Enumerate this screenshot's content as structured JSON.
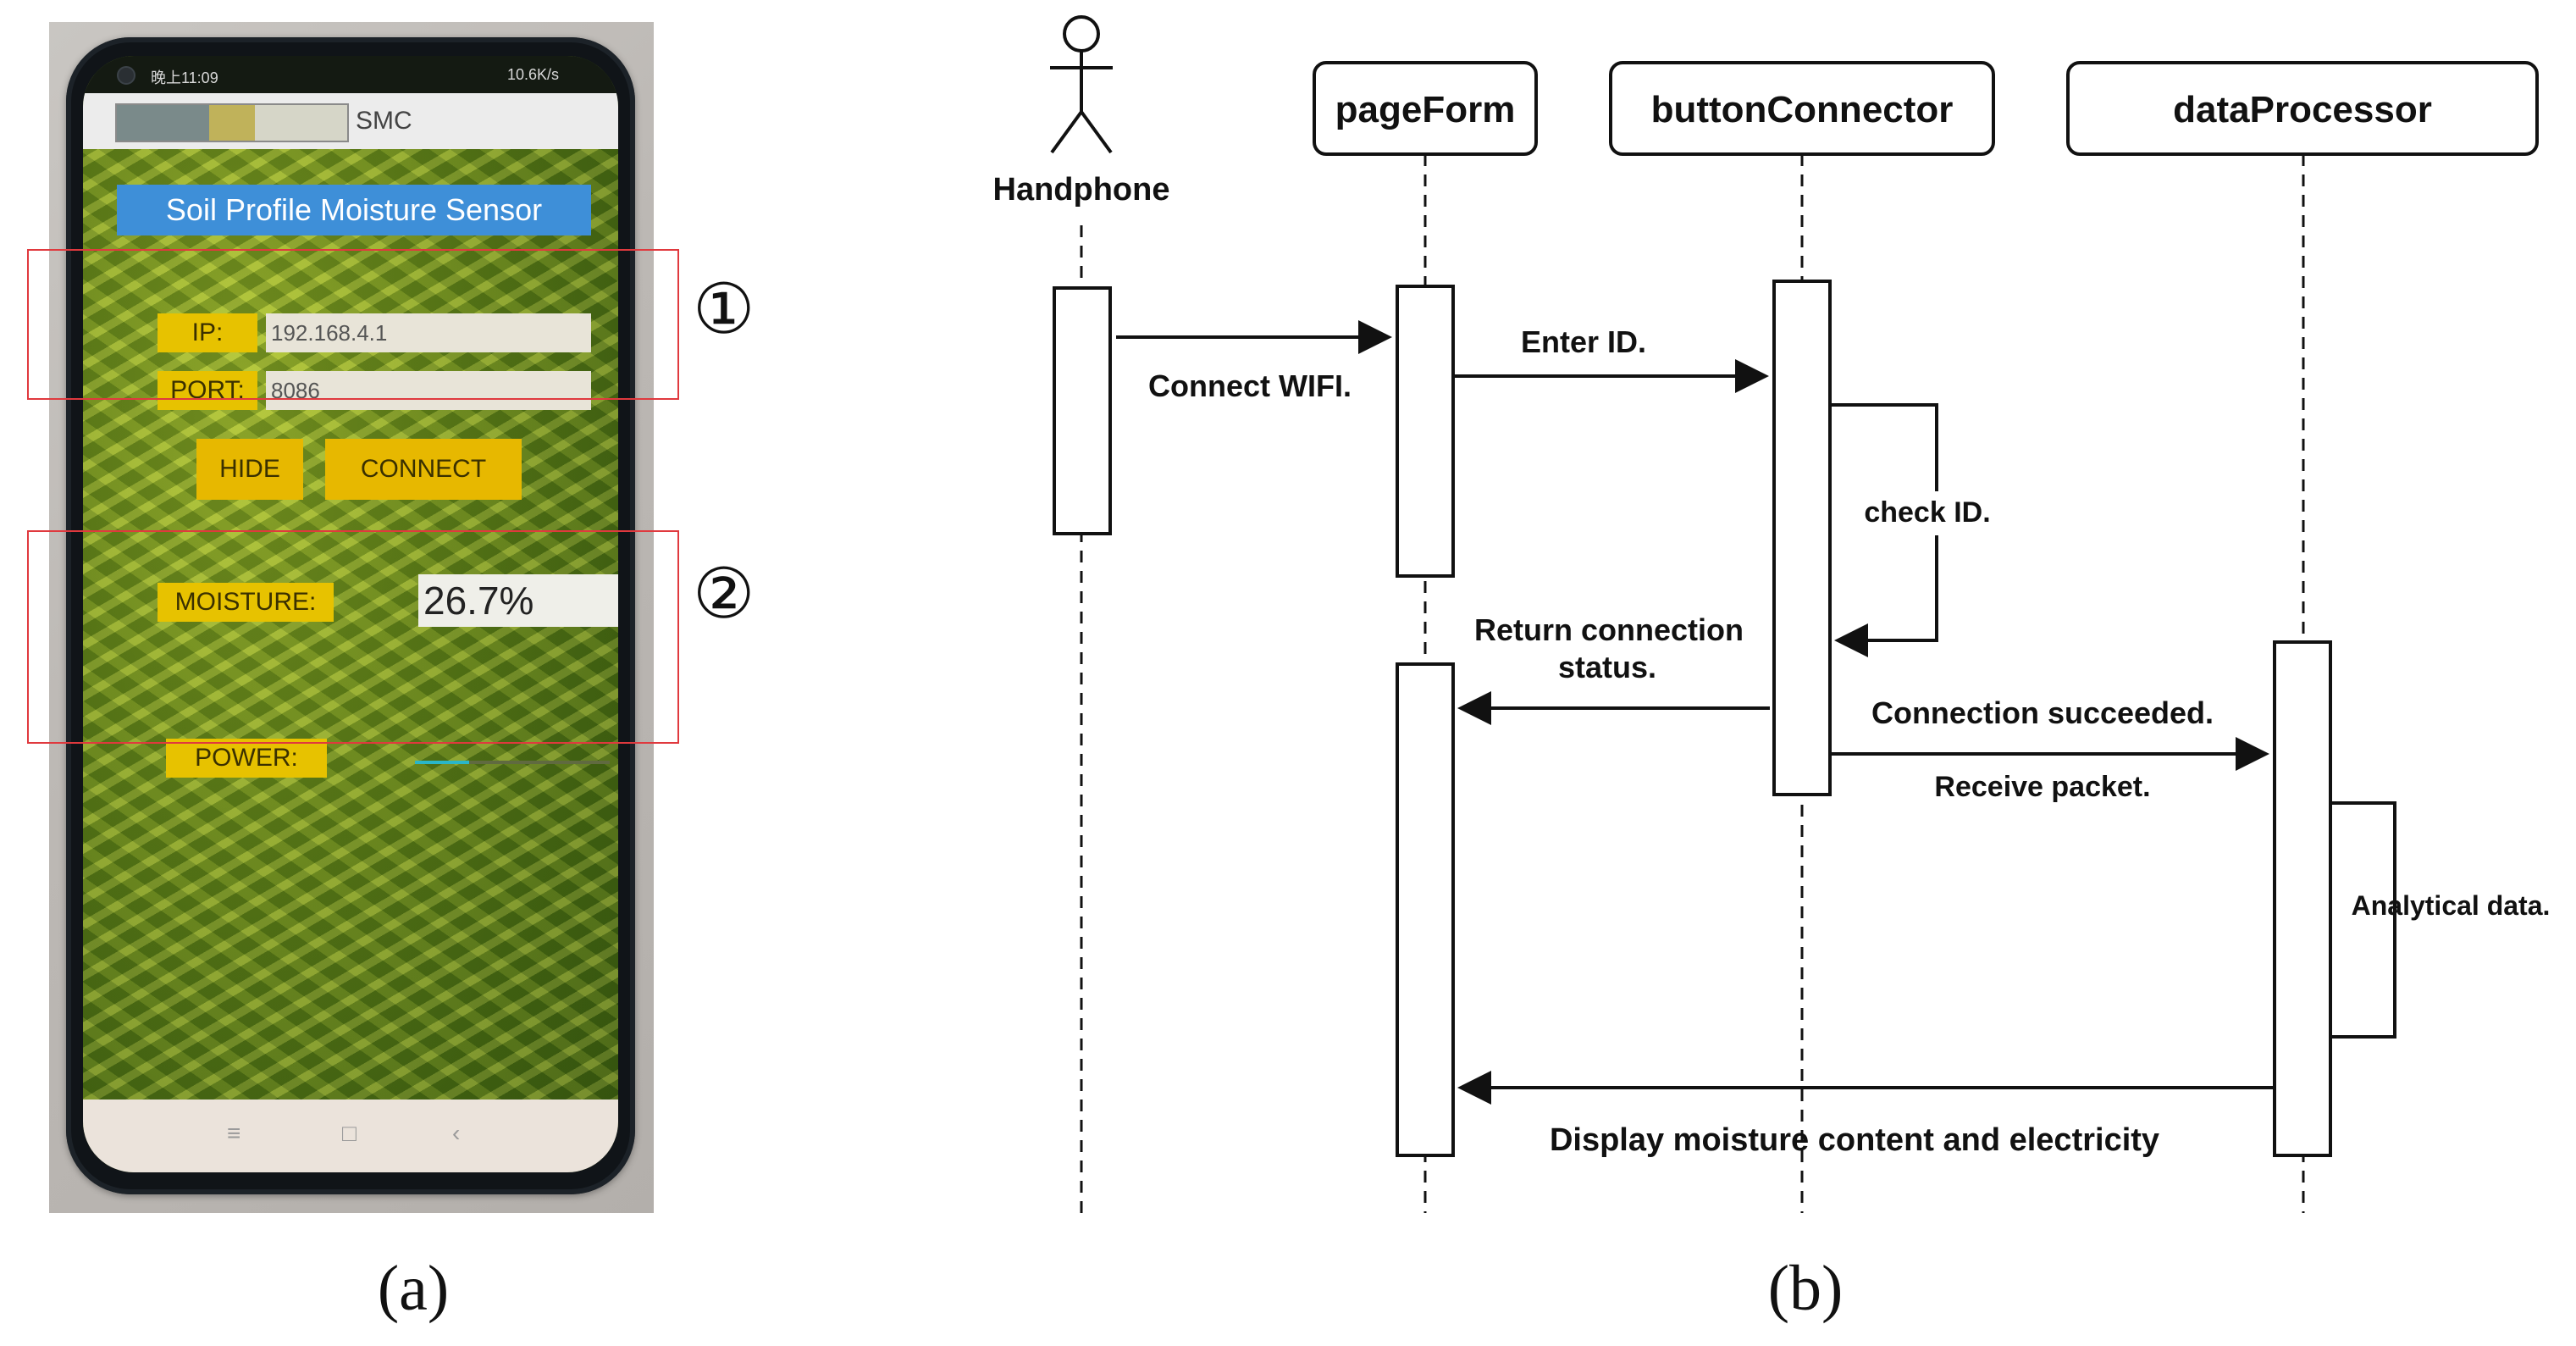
{
  "panel_a": {
    "label": "(a)",
    "phone": {
      "status_time": "晚上11:09",
      "status_right": "10.6K/s",
      "app_name": "SMC",
      "app_heading": "Soil Profile Moisture Sensor",
      "ip_label": "IP:",
      "ip_value": "192.168.4.1",
      "port_label": "PORT:",
      "port_value": "8086",
      "hide_button": "HIDE",
      "connect_button": "CONNECT",
      "moisture_label": "MOISTURE:",
      "moisture_value": "26.7%",
      "power_label": "POWER:",
      "power_level": 0.28,
      "nav_menu": "≡",
      "nav_home": "□",
      "nav_back": "‹"
    },
    "markers": [
      "①",
      "②"
    ],
    "colors": {
      "highlight": "#e0393e",
      "button": "#e7b800",
      "heading": "#3e8fd8"
    }
  },
  "panel_b": {
    "label": "(b)",
    "actor": "Handphone",
    "participants": [
      "pageForm",
      "buttonConnector",
      "dataProcessor"
    ],
    "messages": {
      "connect_wifi": "Connect WIFI.",
      "enter_id": "Enter ID.",
      "check_id": "check ID.",
      "return_status_1": "Return connection",
      "return_status_2": "status.",
      "conn_succeeded": "Connection succeeded.",
      "receive_packet": "Receive packet.",
      "analytical": "Analytical data.",
      "display": "Display moisture content and electricity"
    }
  }
}
